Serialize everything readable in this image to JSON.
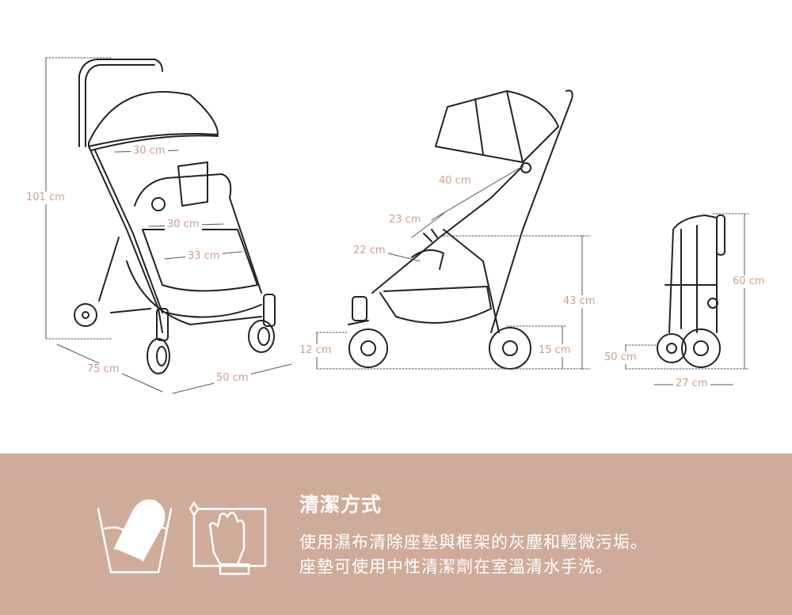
{
  "dimensions": {
    "total_height": "101 cm",
    "backrest_width": "30 cm",
    "seat_width": "30 cm",
    "seat_depth": "33 cm",
    "length": "75 cm",
    "width": "50 cm",
    "backrest_length": "40 cm",
    "armrest_to_seat": "23 cm",
    "seat_to_footrest": "22 cm",
    "seat_height": "43 cm",
    "front_wheel": "12 cm",
    "rear_wheel": "15 cm",
    "folded_height": "60 cm",
    "folded_depth": "50 cm",
    "folded_width": "27 cm"
  },
  "cleaning": {
    "title": "清潔方式",
    "line1": "使用濕布清除座墊與框架的灰塵和輕微污垢。",
    "line2": "座墊可使用中性清潔劑在室溫清水手洗。"
  },
  "colors": {
    "label": "#c9a08a",
    "banner": "#cfab9a"
  }
}
